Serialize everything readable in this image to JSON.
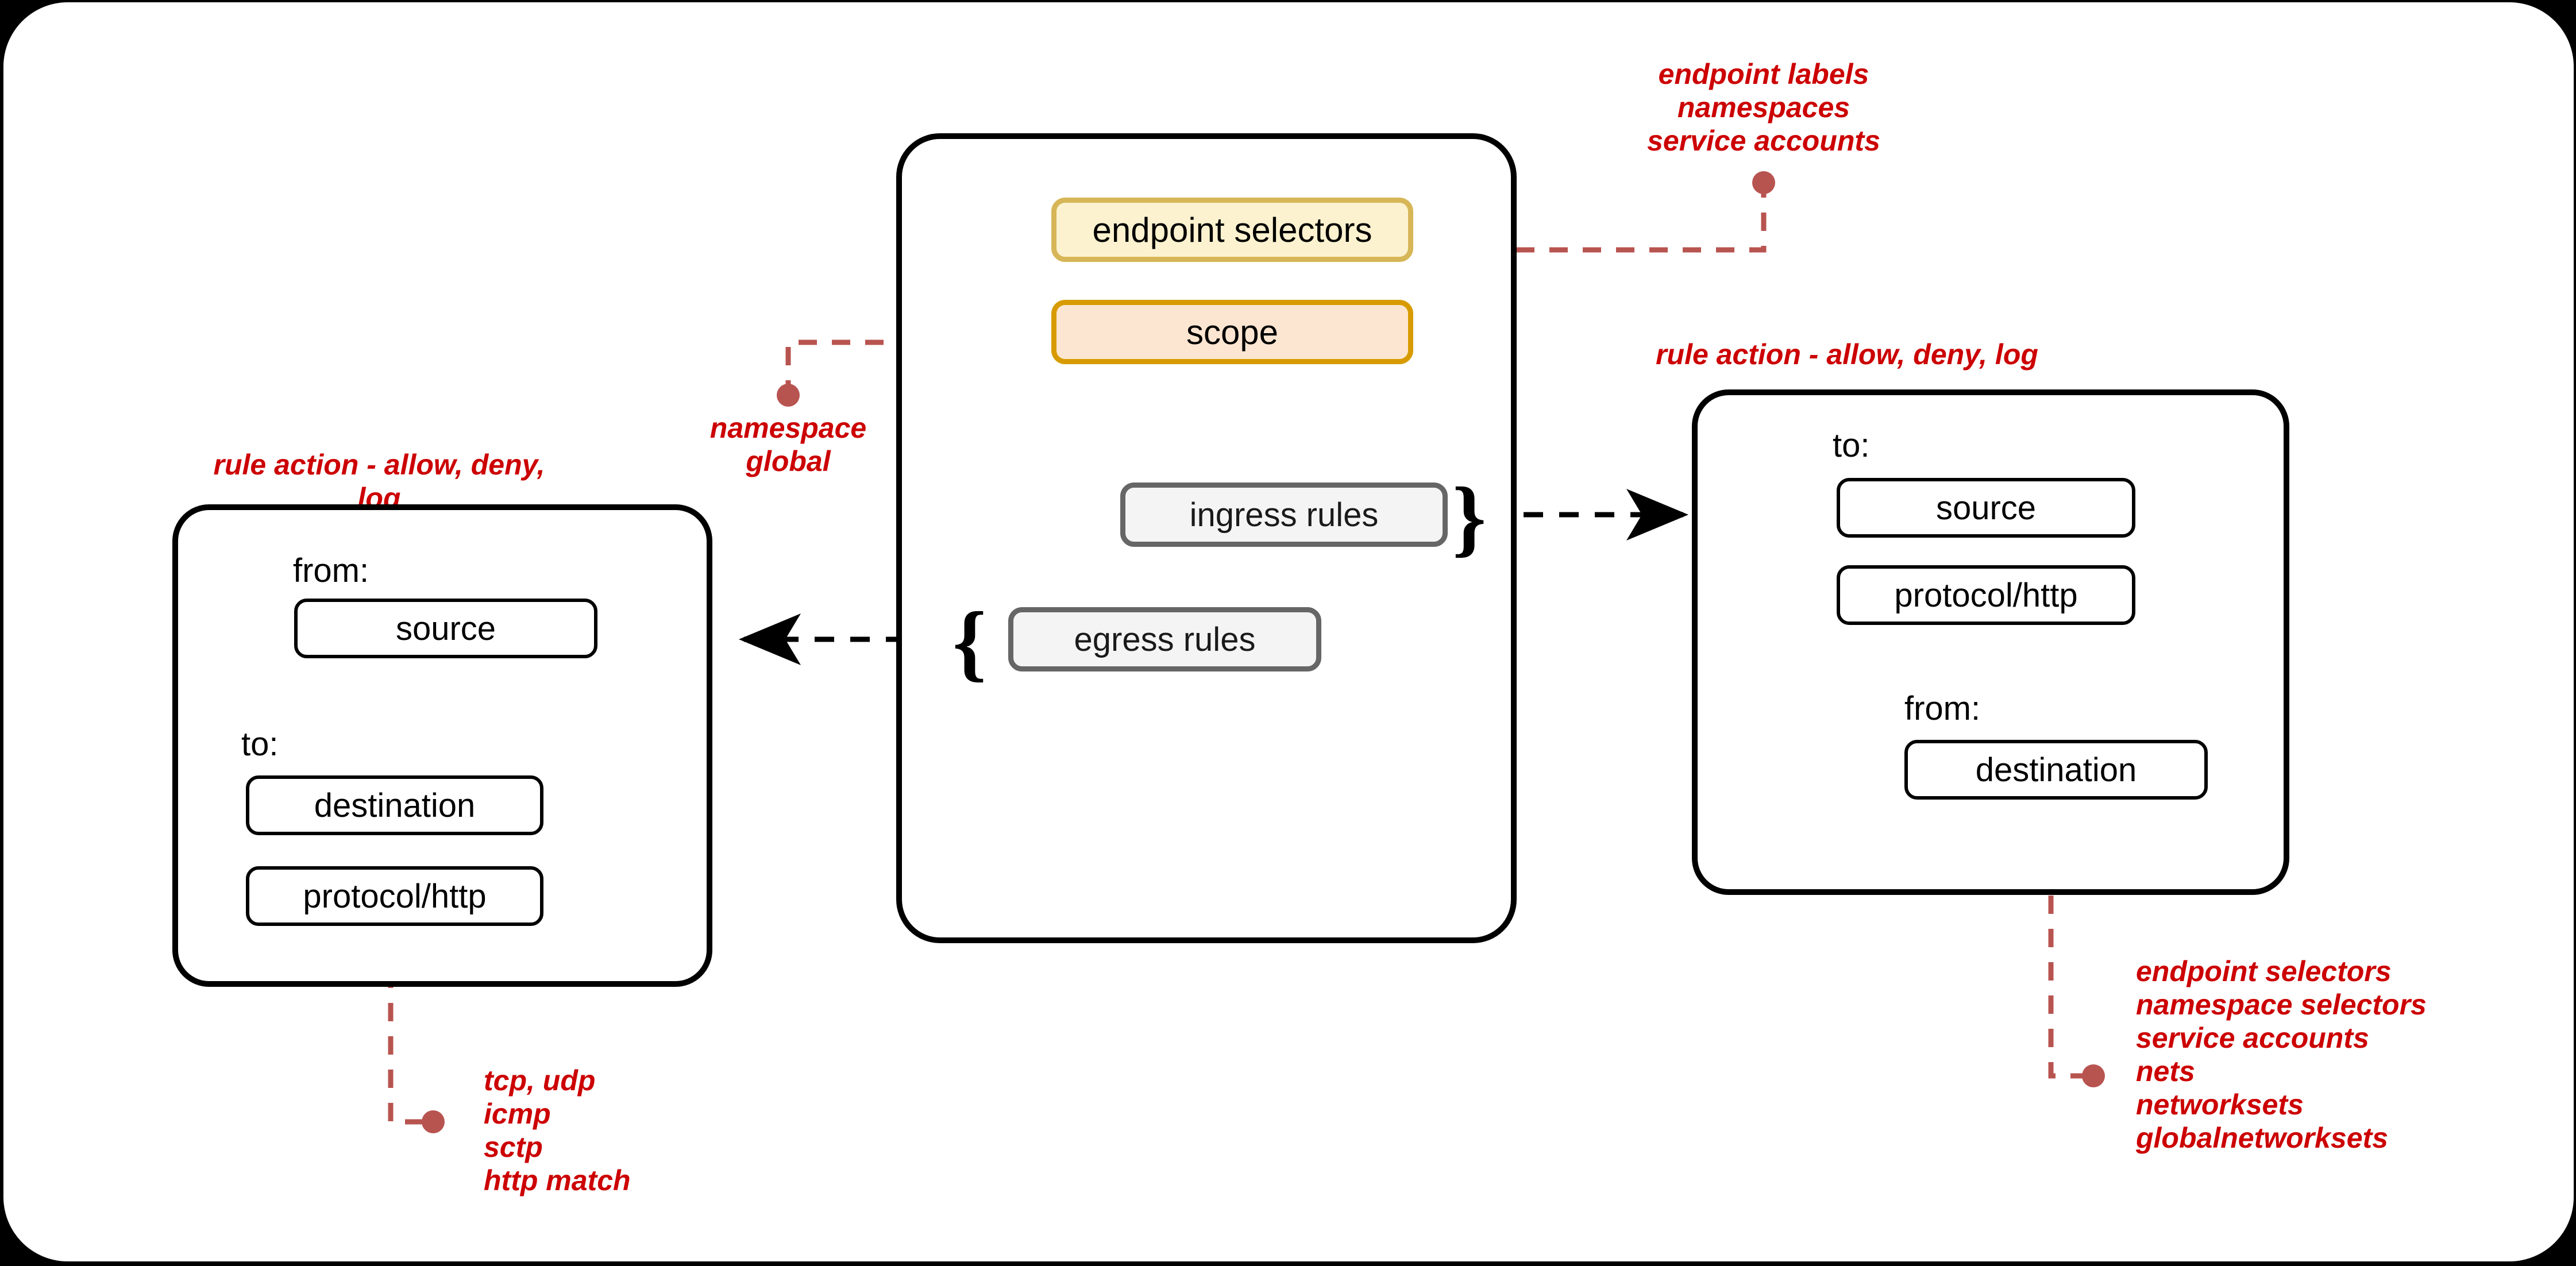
{
  "diagram": {
    "title": "network policy structure",
    "colors": {
      "frame": "#000000",
      "canvas": "#ffffff",
      "annotation_red": "#CC0000",
      "connector_red": "#B85450",
      "endpoint_fill": "#FCF2CF",
      "endpoint_stroke": "#D6B656",
      "scope_fill": "#FDE6D1",
      "scope_stroke": "#D79B00",
      "rules_fill": "#F4F4F4",
      "rules_stroke": "#666666",
      "box_stroke": "#000000"
    }
  },
  "center_policy": {
    "endpoint_selectors": "endpoint selectors",
    "scope": "scope",
    "ingress_rules": "ingress rules",
    "egress_rules": "egress rules",
    "ingress_brace": "}",
    "egress_brace": "{"
  },
  "left_rule": {
    "heading": "rule action - allow, deny, log",
    "from_label": "from:",
    "from_value": "source",
    "to_label": "to:",
    "to_value_1": "destination",
    "to_value_2": "protocol/http"
  },
  "right_rule": {
    "heading": "rule action - allow, deny, log",
    "to_label": "to:",
    "to_value_1": "source",
    "to_value_2": "protocol/http",
    "from_label": "from:",
    "from_value": "destination"
  },
  "annotations": {
    "endpoint_selectors_note": "endpoint labels\nnamespaces\nservice accounts",
    "scope_note": "namespace\nglobal",
    "protocol_note": "tcp, udp\nicmp\nsctp\nhttp match",
    "destination_note": "endpoint selectors\nnamespace selectors\nservice accounts\nnets\nnetworksets\nglobalnetworksets"
  }
}
